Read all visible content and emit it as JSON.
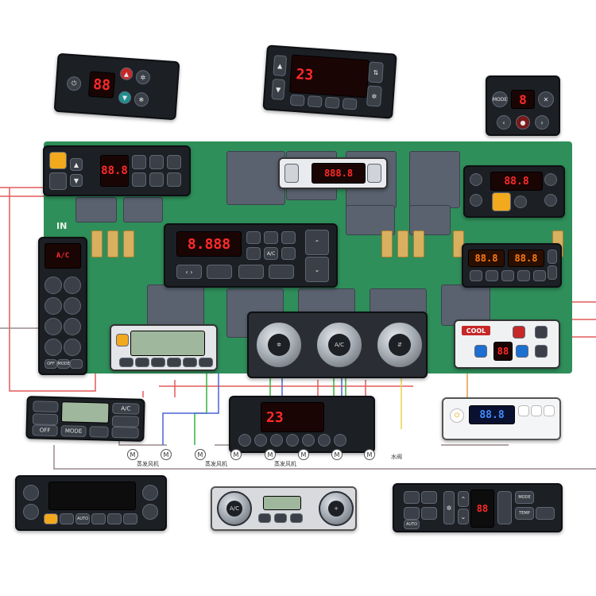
{
  "pcb": {
    "label": "IN"
  },
  "panels": {
    "p1": {
      "display": "88"
    },
    "p2": {
      "display": "23"
    },
    "p3": {
      "display": "8",
      "mode": "MODE"
    },
    "p4": {
      "display": "88.8"
    },
    "p5": {
      "display": "888.8"
    },
    "p6": {
      "display": "88.8"
    },
    "p7": {
      "display": "8.888",
      "ac": "A/C"
    },
    "p8": {
      "display_left": "88.8",
      "display_right": "88.8"
    },
    "p9": {
      "ac": "A/C",
      "mode": "MODE",
      "off": "OFF"
    },
    "p10": {
      "ac": "A/C",
      "display": ""
    },
    "p11": {
      "brand": "COOL",
      "display": "88"
    },
    "p12": {
      "ac": "A/C",
      "mode": "MODE",
      "off": "OFF"
    },
    "p13": {
      "display": "23"
    },
    "p14": {
      "display": "88.8"
    },
    "p15": {
      "auto": "AUTO"
    },
    "p16": {
      "ac": "A/C"
    },
    "p17": {
      "mode": "MODE",
      "temp": "TEMP",
      "auto": "AUTO",
      "display": "88"
    }
  },
  "wiring_labels": {
    "motor_symbol": "M",
    "label_1": "蒸发风机",
    "label_2": "蒸发风机",
    "label_3": "蒸发风机",
    "label_4": "水阀"
  },
  "colors": {
    "wire_red": "#e25a5a",
    "wire_gray": "#9a8a8a",
    "wire_green": "#35b23c",
    "wire_blue": "#4a63d6",
    "wire_orange": "#e59b4a",
    "wire_yellow": "#e8d24a",
    "pcb_green": "#2f8f5a"
  }
}
